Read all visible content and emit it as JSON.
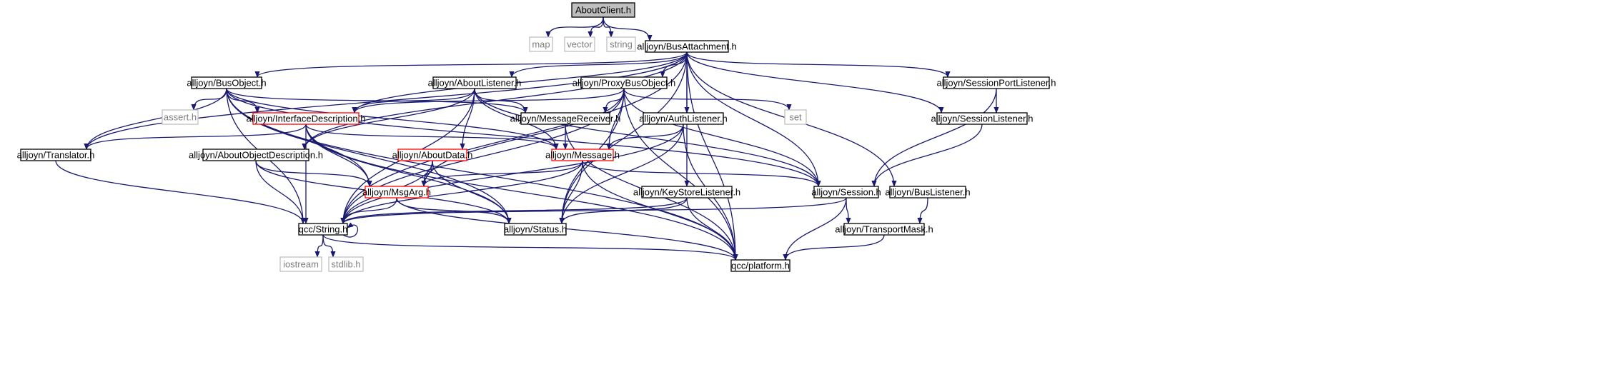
{
  "colors": {
    "normal_border": "#000000",
    "red_border": "#ff0000",
    "gray_border": "#bfbfbf",
    "root_fill": "#bfbfbf",
    "normal_fill": "#ffffff",
    "edge": "#191970",
    "text": "#000000",
    "gray_text": "#7f7f7f"
  },
  "nodes": [
    {
      "id": "aboutclient",
      "label": "AboutClient.h",
      "style": "root"
    },
    {
      "id": "map",
      "label": "map",
      "style": "gray"
    },
    {
      "id": "vector",
      "label": "vector",
      "style": "gray"
    },
    {
      "id": "string",
      "label": "string",
      "style": "gray"
    },
    {
      "id": "busattachment",
      "label": "alljoyn/BusAttachment.h",
      "style": "normal"
    },
    {
      "id": "busobject",
      "label": "alljoyn/BusObject.h",
      "style": "normal"
    },
    {
      "id": "aboutlistener",
      "label": "alljoyn/AboutListener.h",
      "style": "normal"
    },
    {
      "id": "proxybusobject",
      "label": "alljoyn/ProxyBusObject.h",
      "style": "normal"
    },
    {
      "id": "sessionportlistener",
      "label": "alljoyn/SessionPortListener.h",
      "style": "normal"
    },
    {
      "id": "assert",
      "label": "assert.h",
      "style": "gray"
    },
    {
      "id": "interfacedesc",
      "label": "alljoyn/InterfaceDescription.h",
      "style": "red"
    },
    {
      "id": "messagereceiver",
      "label": "alljoyn/MessageReceiver.h",
      "style": "normal"
    },
    {
      "id": "authlistener",
      "label": "alljoyn/AuthListener.h",
      "style": "normal"
    },
    {
      "id": "set",
      "label": "set",
      "style": "gray"
    },
    {
      "id": "sessionlistener",
      "label": "alljoyn/SessionListener.h",
      "style": "normal"
    },
    {
      "id": "translator",
      "label": "alljoyn/Translator.h",
      "style": "normal"
    },
    {
      "id": "aboutobjdesc",
      "label": "alljoyn/AboutObjectDescription.h",
      "style": "normal"
    },
    {
      "id": "aboutdata",
      "label": "alljoyn/AboutData.h",
      "style": "red"
    },
    {
      "id": "message",
      "label": "alljoyn/Message.h",
      "style": "red"
    },
    {
      "id": "msgarg",
      "label": "alljoyn/MsgArg.h",
      "style": "red"
    },
    {
      "id": "keystorelistener",
      "label": "alljoyn/KeyStoreListener.h",
      "style": "normal"
    },
    {
      "id": "session",
      "label": "alljoyn/Session.h",
      "style": "normal"
    },
    {
      "id": "buslistener",
      "label": "alljoyn/BusListener.h",
      "style": "normal"
    },
    {
      "id": "qccstring",
      "label": "qcc/String.h",
      "style": "normal"
    },
    {
      "id": "status",
      "label": "alljoyn/Status.h",
      "style": "normal"
    },
    {
      "id": "transportmask",
      "label": "alljoyn/TransportMask.h",
      "style": "normal"
    },
    {
      "id": "iostream",
      "label": "iostream",
      "style": "gray"
    },
    {
      "id": "stdlib",
      "label": "stdlib.h",
      "style": "gray"
    },
    {
      "id": "platform",
      "label": "qcc/platform.h",
      "style": "normal"
    }
  ],
  "edges": [
    [
      "aboutclient",
      "map"
    ],
    [
      "aboutclient",
      "vector"
    ],
    [
      "aboutclient",
      "string"
    ],
    [
      "aboutclient",
      "busattachment"
    ],
    [
      "busattachment",
      "busobject"
    ],
    [
      "busattachment",
      "aboutlistener"
    ],
    [
      "busattachment",
      "proxybusobject"
    ],
    [
      "busattachment",
      "sessionportlistener"
    ],
    [
      "busattachment",
      "interfacedesc"
    ],
    [
      "busattachment",
      "authlistener"
    ],
    [
      "busattachment",
      "sessionlistener"
    ],
    [
      "busattachment",
      "translator"
    ],
    [
      "busattachment",
      "aboutobjdesc"
    ],
    [
      "busattachment",
      "keystorelistener"
    ],
    [
      "busattachment",
      "session"
    ],
    [
      "busattachment",
      "buslistener"
    ],
    [
      "busattachment",
      "qccstring"
    ],
    [
      "busattachment",
      "status"
    ],
    [
      "busattachment",
      "platform"
    ],
    [
      "busobject",
      "assert"
    ],
    [
      "busobject",
      "interfacedesc"
    ],
    [
      "busobject",
      "messagereceiver"
    ],
    [
      "busobject",
      "translator"
    ],
    [
      "busobject",
      "msgarg"
    ],
    [
      "busobject",
      "message"
    ],
    [
      "busobject",
      "session"
    ],
    [
      "busobject",
      "qccstring"
    ],
    [
      "busobject",
      "status"
    ],
    [
      "busobject",
      "platform"
    ],
    [
      "aboutlistener",
      "interfacedesc"
    ],
    [
      "aboutlistener",
      "messagereceiver"
    ],
    [
      "aboutlistener",
      "aboutobjdesc"
    ],
    [
      "aboutlistener",
      "aboutdata"
    ],
    [
      "aboutlistener",
      "message"
    ],
    [
      "aboutlistener",
      "session"
    ],
    [
      "aboutlistener",
      "qccstring"
    ],
    [
      "proxybusobject",
      "interfacedesc"
    ],
    [
      "proxybusobject",
      "messagereceiver"
    ],
    [
      "proxybusobject",
      "message"
    ],
    [
      "proxybusobject",
      "msgarg"
    ],
    [
      "proxybusobject",
      "set"
    ],
    [
      "proxybusobject",
      "session"
    ],
    [
      "proxybusobject",
      "qccstring"
    ],
    [
      "proxybusobject",
      "status"
    ],
    [
      "proxybusobject",
      "platform"
    ],
    [
      "sessionportlistener",
      "sessionlistener"
    ],
    [
      "sessionportlistener",
      "session"
    ],
    [
      "interfacedesc",
      "translator"
    ],
    [
      "interfacedesc",
      "message"
    ],
    [
      "interfacedesc",
      "msgarg"
    ],
    [
      "interfacedesc",
      "qccstring"
    ],
    [
      "interfacedesc",
      "status"
    ],
    [
      "interfacedesc",
      "platform"
    ],
    [
      "messagereceiver",
      "message"
    ],
    [
      "messagereceiver",
      "platform"
    ],
    [
      "authlistener",
      "message"
    ],
    [
      "authlistener",
      "qccstring"
    ],
    [
      "authlistener",
      "status"
    ],
    [
      "authlistener",
      "platform"
    ],
    [
      "sessionlistener",
      "session"
    ],
    [
      "translator",
      "qccstring"
    ],
    [
      "aboutobjdesc",
      "msgarg"
    ],
    [
      "aboutobjdesc",
      "qccstring"
    ],
    [
      "aboutobjdesc",
      "status"
    ],
    [
      "aboutdata",
      "msgarg"
    ],
    [
      "aboutdata",
      "qccstring"
    ],
    [
      "aboutdata",
      "status"
    ],
    [
      "message",
      "msgarg"
    ],
    [
      "message",
      "session"
    ],
    [
      "message",
      "qccstring"
    ],
    [
      "message",
      "status"
    ],
    [
      "message",
      "platform"
    ],
    [
      "msgarg",
      "qccstring"
    ],
    [
      "msgarg",
      "status"
    ],
    [
      "msgarg",
      "platform"
    ],
    [
      "keystorelistener",
      "qccstring"
    ],
    [
      "keystorelistener",
      "status"
    ],
    [
      "keystorelistener",
      "platform"
    ],
    [
      "session",
      "qccstring"
    ],
    [
      "session",
      "transportmask"
    ],
    [
      "session",
      "platform"
    ],
    [
      "buslistener",
      "transportmask"
    ],
    [
      "qccstring",
      "qccstring"
    ],
    [
      "qccstring",
      "iostream"
    ],
    [
      "qccstring",
      "stdlib"
    ],
    [
      "qccstring",
      "platform"
    ],
    [
      "transportmask",
      "platform"
    ]
  ]
}
